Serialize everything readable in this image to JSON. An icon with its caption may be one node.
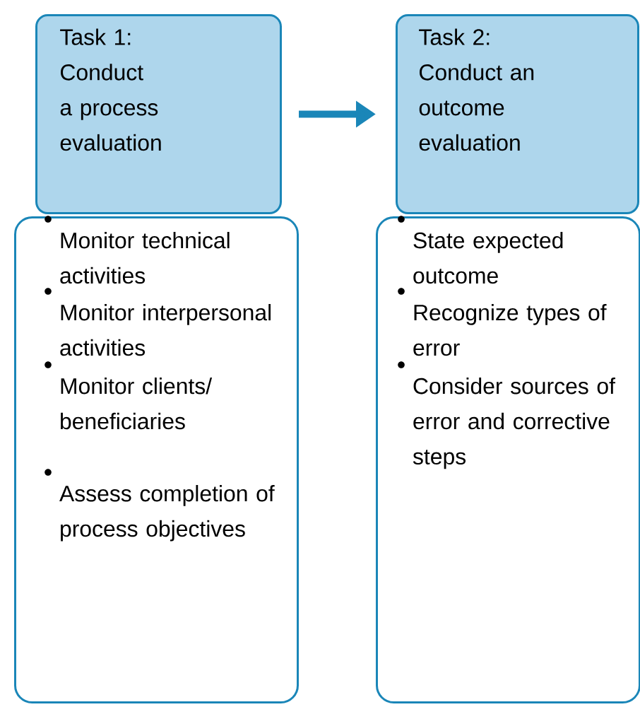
{
  "diagram": {
    "nodes": [
      {
        "text": [
          "Task 1:",
          "Conduct a process evaluation"
        ]
      },
      {
        "text": [
          "Monitor technical activities",
          "Monitor interpersonal activities",
          "Monitor clients/ beneficiaries",
          "Assess completion of process objectives"
        ]
      },
      {
        "text": [
          "Task 2:",
          "Conduct an outcome evaluation"
        ]
      },
      {
        "text": [
          "State expected outcome",
          "Recognize types of error",
          "Consider sources of error and corrective steps"
        ]
      }
    ],
    "edges": [
      {
        "from": 0,
        "to": 2,
        "arrow": "to"
      }
    ]
  }
}
